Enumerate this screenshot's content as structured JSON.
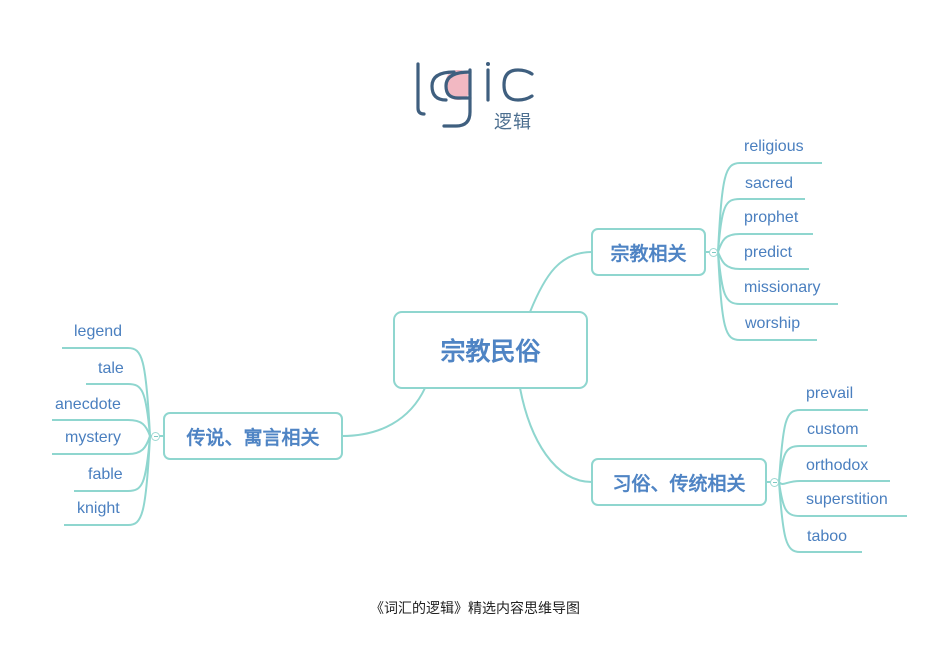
{
  "logo": {
    "wordmark": "logic",
    "chinese": "逻辑",
    "icon": "logic-logo-icon",
    "colors": {
      "stroke": "#3f5f7f",
      "accent": "#f2b8c2"
    }
  },
  "colors": {
    "branch": "#8fd6cf",
    "text": "#4f84c4"
  },
  "mindmap": {
    "root": "宗教民俗",
    "branches": {
      "religion": {
        "label": "宗教相关",
        "leaves": [
          "religious",
          "sacred",
          "prophet",
          "predict",
          "missionary",
          "worship"
        ]
      },
      "customs": {
        "label": "习俗、传统相关",
        "leaves": [
          "prevail",
          "custom",
          "orthodox",
          "superstition",
          "taboo"
        ]
      },
      "legends": {
        "label": "传说、寓言相关",
        "leaves": [
          "legend",
          "tale",
          "anecdote",
          "mystery",
          "fable",
          "knight"
        ]
      }
    }
  },
  "caption": "《词汇的逻辑》精选内容思维导图"
}
